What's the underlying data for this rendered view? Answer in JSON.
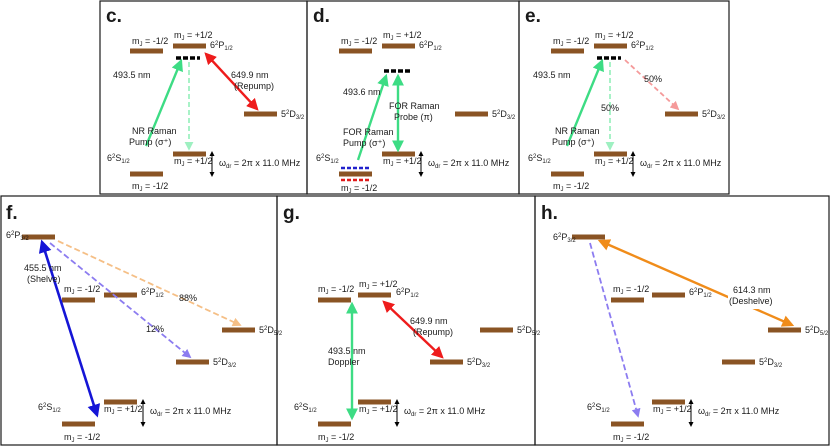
{
  "colors": {
    "level": "#8a5424",
    "green": "#3ddc84",
    "green_light": "#9ef0c1",
    "red": "#ee1c1c",
    "red_light": "#f59a9a",
    "blue": "#1515d6",
    "purple": "#8c7cf0",
    "orange": "#f08c1a",
    "orange_light": "#f5bf86",
    "black": "#000000",
    "sublevel_blue": "#2222cc",
    "sublevel_red": "#e01b1b"
  },
  "icons": [
    "double-arrow-icon"
  ],
  "labels": {
    "mj_minus": "m",
    "mj_sub": "J",
    "minus_half": " = -1/2",
    "plus_half": " = +1/2",
    "p12": "6",
    "p12_sup": "2",
    "p12_rest": "P",
    "p12_sub": "1/2",
    "p32_sub": "3/2",
    "d32": "5",
    "d32_sup": "2",
    "d32_rest": "D",
    "d32_sub": "3/2",
    "s12": "6",
    "s12_sup": "2",
    "s12_rest": "S",
    "s12_sub": "1/2",
    "omega": "ω",
    "omega_sub": "dr",
    "omega_val": " = 2π x 11.0 MHz"
  },
  "panels": {
    "c": {
      "letter": "c.",
      "laser1": "493.5 nm",
      "laser2_line1": "649.9 nm",
      "laser2_line2": "(Repump)",
      "raman_line1": "NR Raman",
      "raman_line2": "Pump (σ⁺)"
    },
    "d": {
      "letter": "d.",
      "laser1": "493.6 nm",
      "raman_line1": "FOR Raman",
      "raman_line2": "Pump (σ⁺)",
      "probe_line1": "FOR Raman",
      "probe_line2": "Probe (π)"
    },
    "e": {
      "letter": "e.",
      "laser1": "493.5 nm",
      "pct1": "50%",
      "pct2": "50%",
      "raman_line1": "NR Raman",
      "raman_line2": "Pump (σ⁺)"
    },
    "f": {
      "letter": "f.",
      "laser1_line1": "455.5 nm",
      "laser1_line2": "(Shelve)",
      "pct1": "88%",
      "pct2": "12%"
    },
    "g": {
      "letter": "g.",
      "laser1_line1": "493.5 nm",
      "laser1_line2": "Doppler",
      "laser2_line1": "649.9 nm",
      "laser2_line2": "(Repump)"
    },
    "h": {
      "letter": "h.",
      "laser1_line1": "614.3 nm",
      "laser1_line2": "(Deshelve)"
    }
  }
}
